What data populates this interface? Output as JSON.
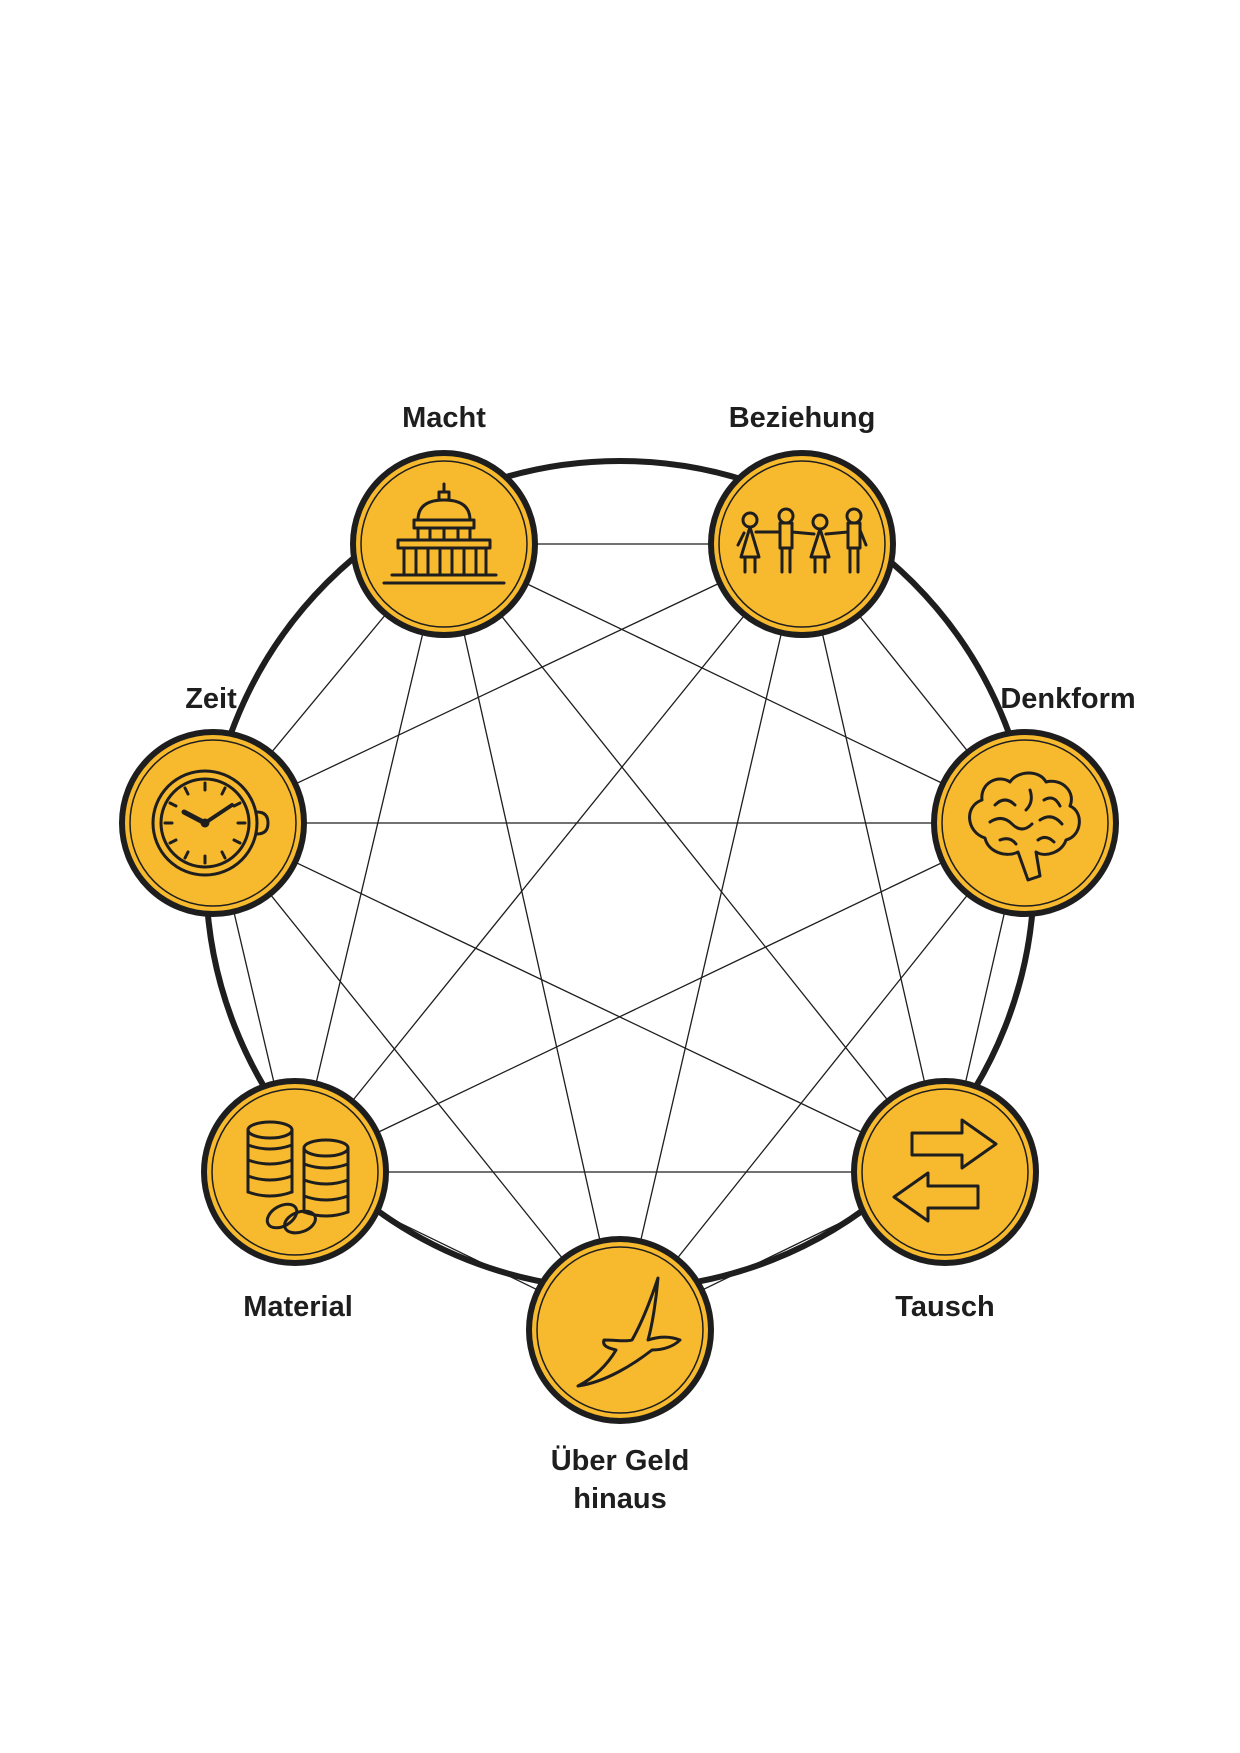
{
  "diagram": {
    "nodes": [
      {
        "id": "macht",
        "label_lines": [
          "Macht"
        ],
        "icon": "capitol-building-icon"
      },
      {
        "id": "beziehung",
        "label_lines": [
          "Beziehung"
        ],
        "icon": "people-holding-hands-icon"
      },
      {
        "id": "denkform",
        "label_lines": [
          "Denkform"
        ],
        "icon": "brain-icon"
      },
      {
        "id": "tausch",
        "label_lines": [
          "Tausch"
        ],
        "icon": "exchange-arrows-icon"
      },
      {
        "id": "ueber-geld-hinaus",
        "label_lines": [
          "Über Geld",
          "hinaus"
        ],
        "icon": "bird-icon"
      },
      {
        "id": "material",
        "label_lines": [
          "Material"
        ],
        "icon": "coin-stacks-icon"
      },
      {
        "id": "zeit",
        "label_lines": [
          "Zeit"
        ],
        "icon": "pocket-watch-icon"
      }
    ],
    "connections": "complete-graph",
    "colors": {
      "node_fill": "#F7B92E",
      "node_stroke": "#1e1e1e",
      "ring": "#1e1e1e",
      "lines": "#1e1e1e",
      "text": "#1e1e1e"
    }
  }
}
